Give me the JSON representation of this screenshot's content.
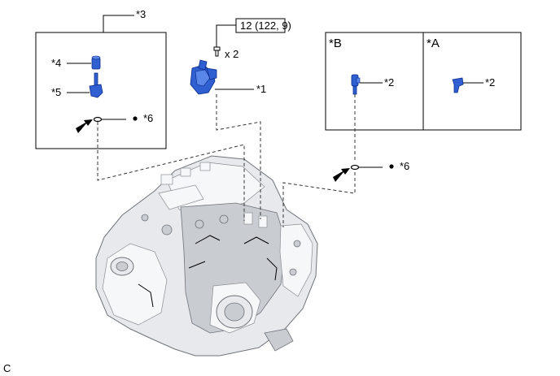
{
  "callouts": {
    "c1": "*1",
    "c2_b": "*2",
    "c2_a": "*2",
    "c3": "*3",
    "c4": "*4",
    "c5": "*5",
    "c6_left": "*6",
    "c6_right": "*6"
  },
  "panels": {
    "b_label": "*B",
    "a_label": "*A"
  },
  "torque": {
    "spec": "12 (122, 9)",
    "qty": "x 2"
  },
  "corner_code": "C",
  "colors": {
    "part_blue": "#2f5fd0",
    "case_gray": "#e7e9ec"
  }
}
